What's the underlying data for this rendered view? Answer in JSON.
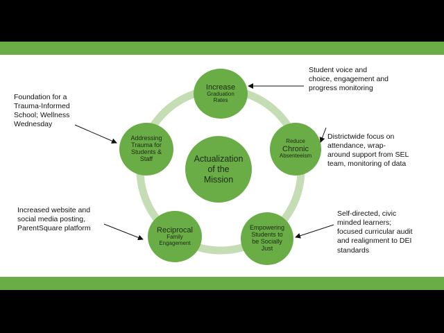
{
  "colors": {
    "band": "#6aad47",
    "node": "#6aad47",
    "ring": "#c5ddb5",
    "background": "#000000"
  },
  "center": {
    "line1": "Actualization",
    "line2": "of the",
    "line3": "Mission"
  },
  "nodes": {
    "graduation": {
      "line1": "Increase",
      "line2": "Graduation",
      "line3": "Rates"
    },
    "chronic": {
      "line1": "Reduce",
      "line2": "Chronic",
      "line3": "Absenteeism"
    },
    "empower": {
      "line1": "Empowering",
      "line2": "Students to",
      "line3": "be Socially",
      "line4": "Just"
    },
    "family": {
      "line1": "Reciprocal",
      "line2": "Family",
      "line3": "Engagement"
    },
    "trauma": {
      "line1": "Addressing",
      "line2": "Trauma for",
      "line3": "Students &",
      "line4": "Staff"
    }
  },
  "notes": {
    "graduation": "Student voice and\nchoice, engagement and\nprogress monitoring",
    "trauma": "Foundation for a\nTrauma-Informed\nSchool; Wellness\nWednesday",
    "chronic": "Districtwide focus on\nattendance, wrap-\naround support from SEL\nteam, monitoring of data",
    "family": "Increased website and\nsocial media posting,\nParentSquare platform",
    "empower": "Self-directed, civic\nminded learners;\nfocused curricular audit\nand realignment to DEI\nstandards"
  }
}
